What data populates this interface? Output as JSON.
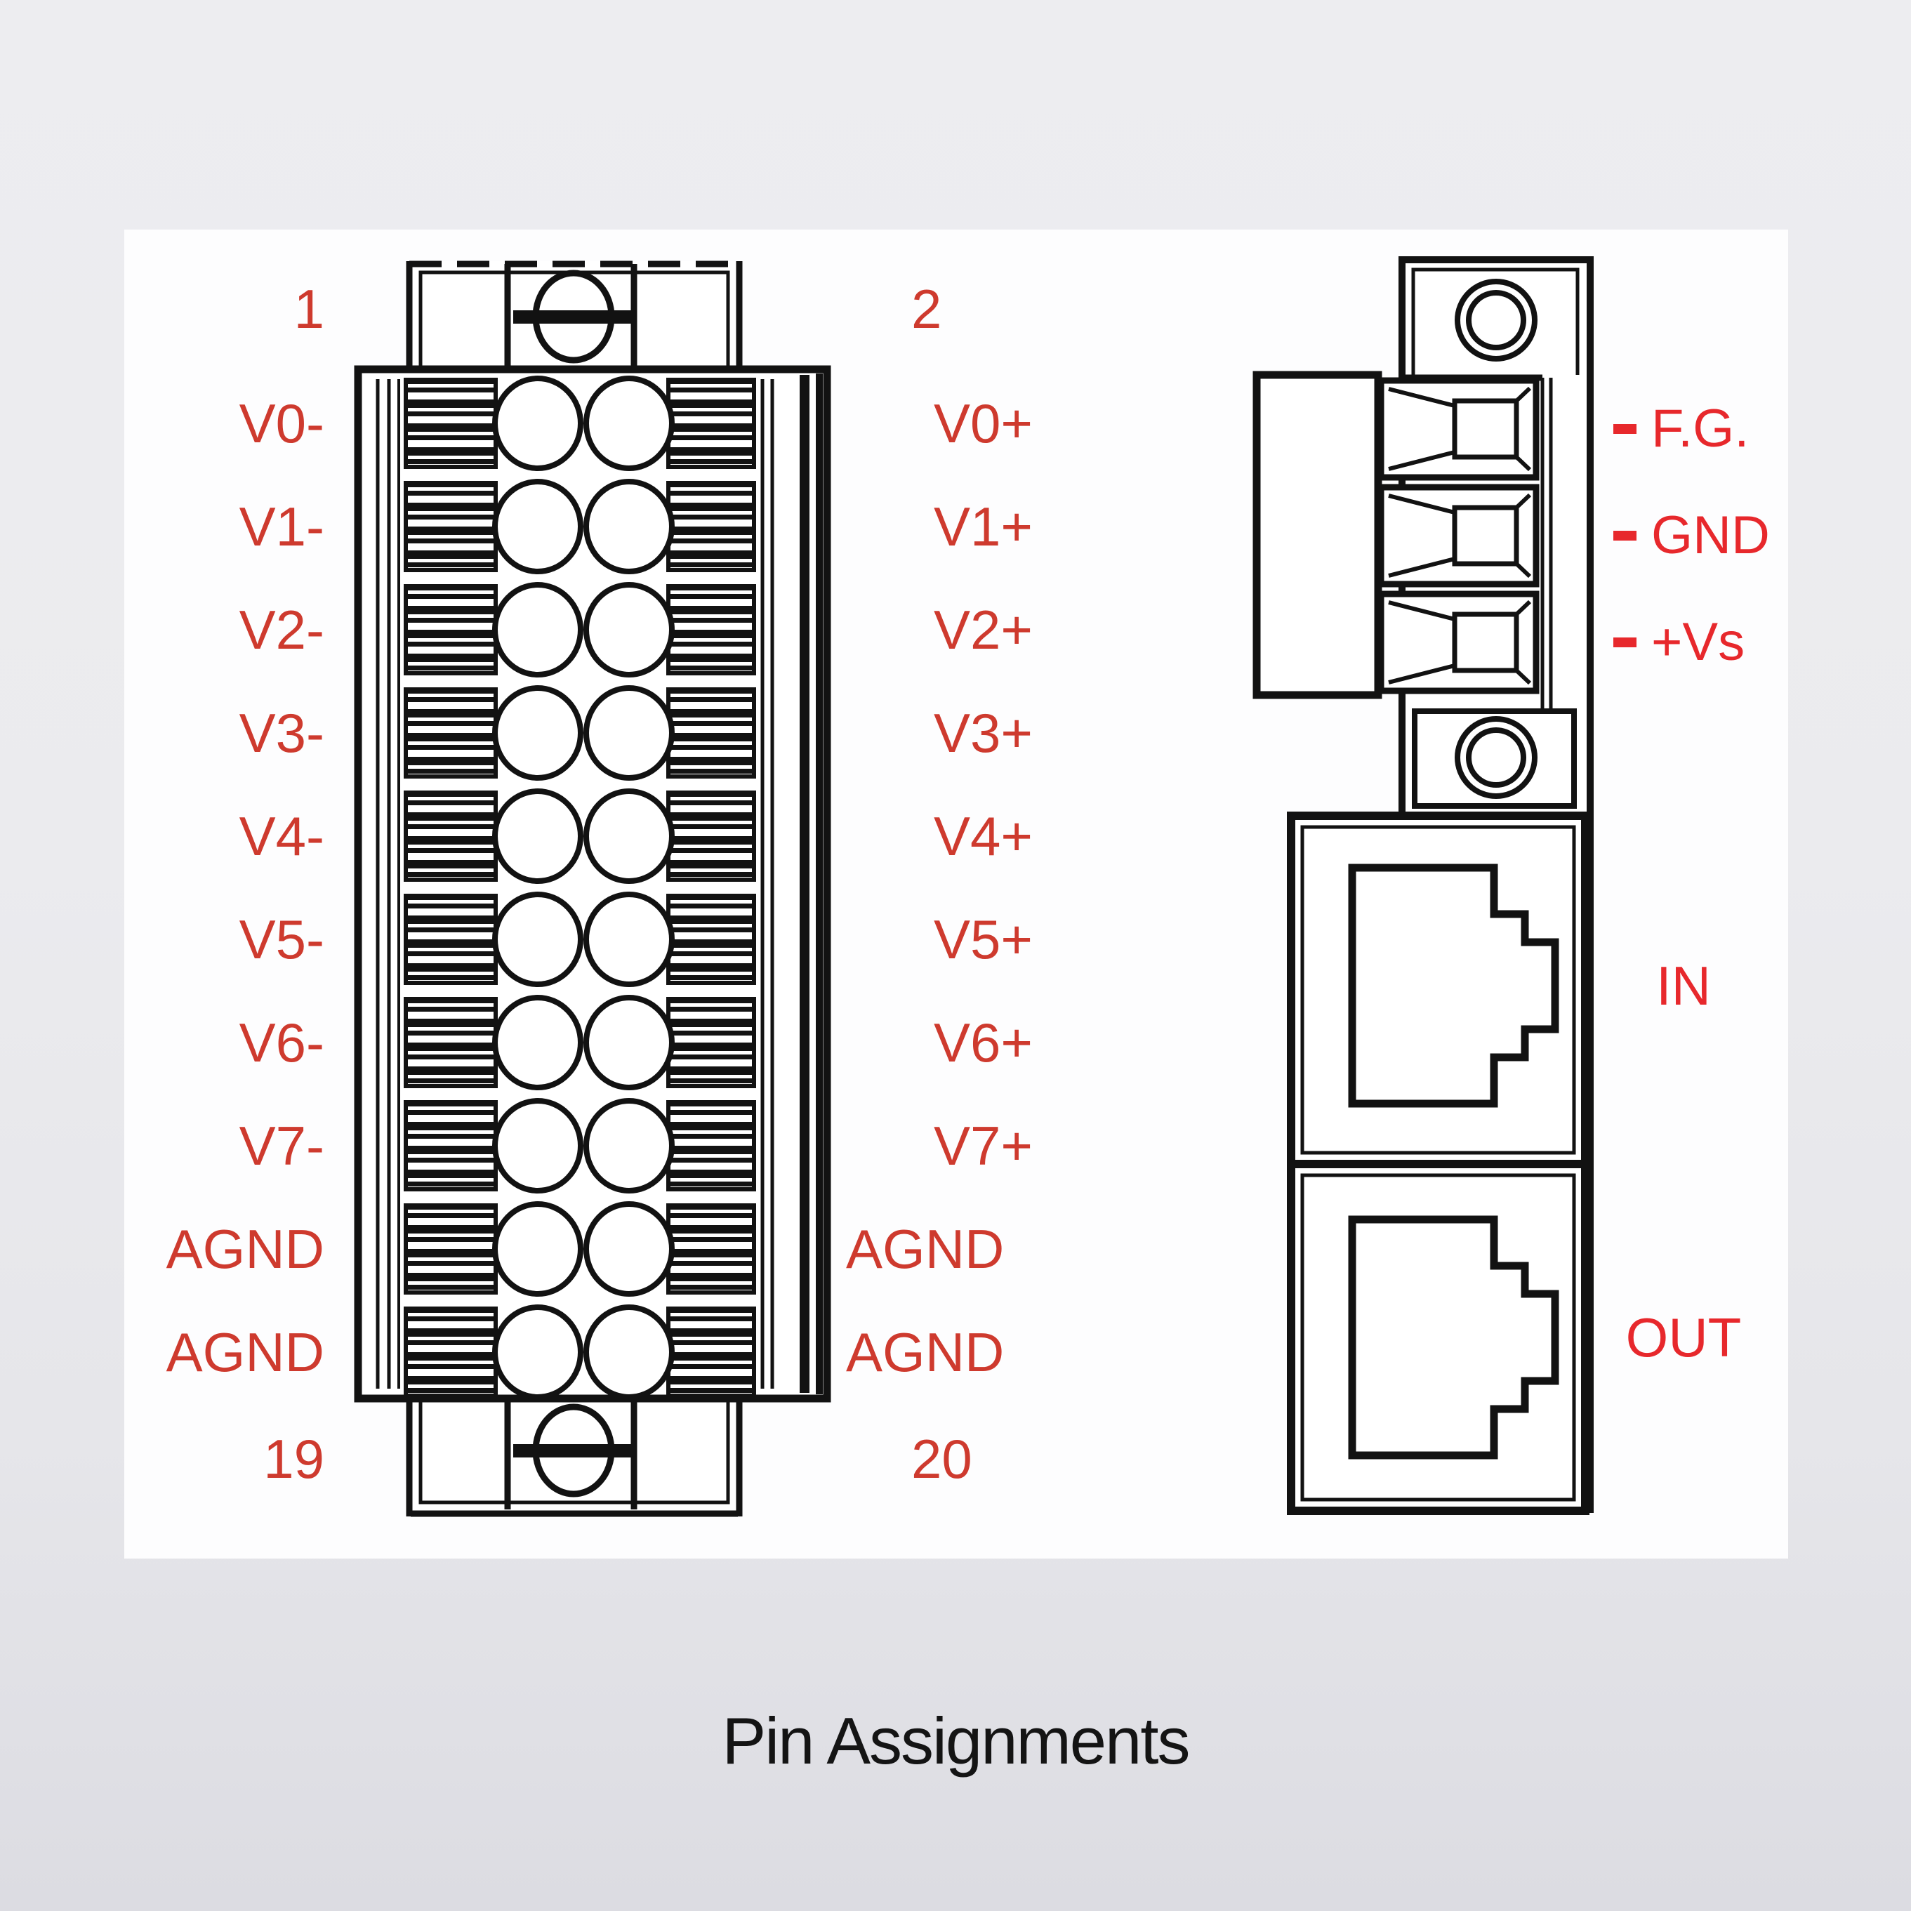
{
  "title": "Pin Assignments",
  "colors": {
    "pin_label_red": "#ce3a2e",
    "accent_red": "#e7282c",
    "line_ink": "#121212",
    "panel_white": "#fdfdfe",
    "background_gray": "#eaeaee"
  },
  "left_connector": {
    "corner_pins": {
      "top_left": "1",
      "top_right": "2",
      "bottom_left": "19",
      "bottom_right": "20"
    },
    "rows": [
      {
        "left": "V0-",
        "right": "V0+"
      },
      {
        "left": "V1-",
        "right": "V1+"
      },
      {
        "left": "V2-",
        "right": "V2+"
      },
      {
        "left": "V3-",
        "right": "V3+"
      },
      {
        "left": "V4-",
        "right": "V4+"
      },
      {
        "left": "V5-",
        "right": "V5+"
      },
      {
        "left": "V6-",
        "right": "V6+"
      },
      {
        "left": "V7-",
        "right": "V7+"
      },
      {
        "left": "AGND",
        "right": "AGND"
      },
      {
        "left": "AGND",
        "right": "AGND"
      }
    ]
  },
  "right_connector": {
    "power_terminals": [
      "F.G.",
      "GND",
      "+Vs"
    ],
    "ports": [
      "IN",
      "OUT"
    ]
  }
}
